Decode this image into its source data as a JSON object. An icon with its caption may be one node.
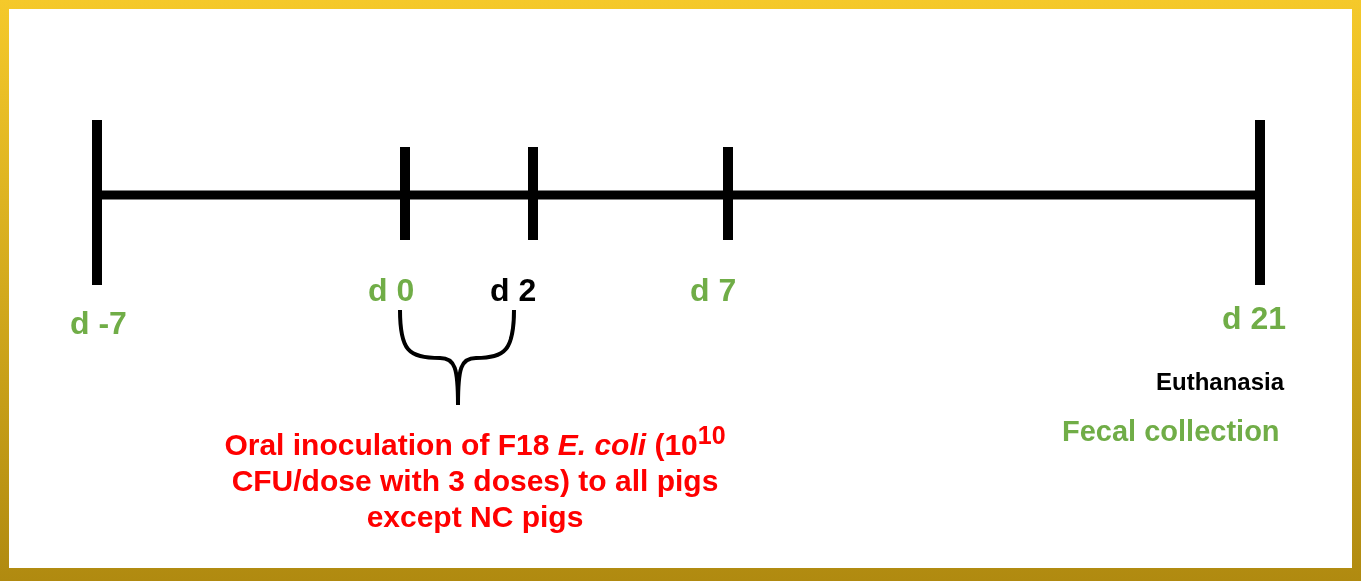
{
  "diagram": {
    "labels": [
      "d -7",
      "d 0",
      "d 2",
      "d 7",
      "d 21",
      "Euthanasia",
      "Fecal collection",
      "Oral inoculation of F18 *E. coli* (10$^{10}$ CFU/dose with 3 doses) to all pigs except NC pigs"
    ]
  }
}
